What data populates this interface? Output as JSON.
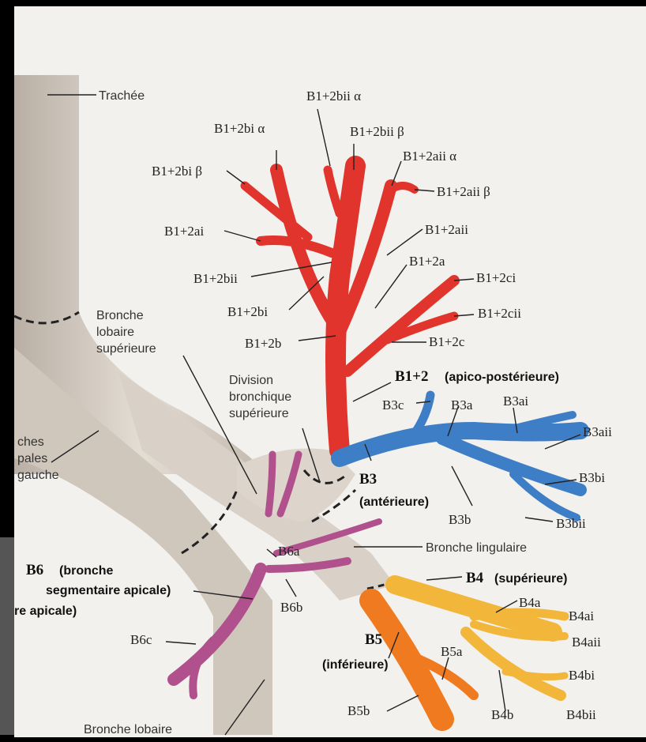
{
  "labels": {
    "trachee": "Trachée",
    "b12bii_alpha": "B1+2bii α",
    "b12bi_alpha": "B1+2bi α",
    "b12bii_beta": "B1+2bii β",
    "b12bi_beta": "B1+2bi β",
    "b12aii_alpha": "B1+2aii α",
    "b12aii_beta": "B1+2aii β",
    "b12ai": "B1+2ai",
    "b12aii": "B1+2aii",
    "b12a": "B1+2a",
    "b12bii": "B1+2bii",
    "b12ci": "B1+2ci",
    "b12bi": "B1+2bi",
    "b12cii": "B1+2cii",
    "b12b": "B1+2b",
    "b12c": "B1+2c",
    "bronche_lobaire_sup_1": "Bronche",
    "bronche_lobaire_sup_2": "lobaire",
    "bronche_lobaire_sup_3": "supérieure",
    "division_1": "Division",
    "division_2": "bronchique",
    "division_3": "supérieure",
    "b12_main": "B1+2",
    "b12_main_desc": "(apico-postérieure)",
    "b3c": "B3c",
    "b3a": "B3a",
    "b3ai": "B3ai",
    "b3aii": "B3aii",
    "b3bi": "B3bi",
    "b3bii": "B3bii",
    "b3b": "B3b",
    "b3_main": "B3",
    "b3_desc": "(antérieure)",
    "left_1": "ches",
    "left_2": "pales",
    "left_3": "gauche",
    "bronche_lingulaire": "Bronche lingulaire",
    "b6_main": "B6",
    "b6_desc1": "(bronche",
    "b6_desc2": "segmentaire apicale)",
    "b6_desc3": "re apicale)",
    "b6a": "B6a",
    "b6b": "B6b",
    "b6c": "B6c",
    "b4_main": "B4",
    "b4_desc": "(supérieure)",
    "b4a": "B4a",
    "b4ai": "B4ai",
    "b4aii": "B4aii",
    "b4bi": "B4bi",
    "b4b": "B4b",
    "b4bii": "B4bii",
    "b5_main": "B5",
    "b5_desc": "(inférieure)",
    "b5a": "B5a",
    "b5b": "B5b",
    "bronche_lobaire_bottom": "Bronche lobaire"
  },
  "colors": {
    "background": "#f2f1ee",
    "trachea": "#d6cec5",
    "apicoposterior": "#e8322a",
    "anterior": "#3f7fc8",
    "apical_b6": "#b0508c",
    "superior_b4": "#f2b63a",
    "inferior_b5": "#f07a20"
  }
}
